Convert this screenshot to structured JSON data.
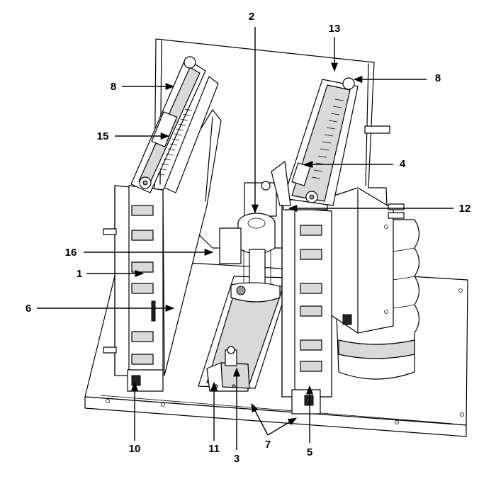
{
  "labels": [
    {
      "text": "2"
    },
    {
      "text": "13"
    },
    {
      "text": "8"
    },
    {
      "text": "8"
    },
    {
      "text": "15"
    },
    {
      "text": "4"
    },
    {
      "text": "12"
    },
    {
      "text": "16"
    },
    {
      "text": "1"
    },
    {
      "text": "6"
    },
    {
      "text": "10"
    },
    {
      "text": "11"
    },
    {
      "text": "3"
    },
    {
      "text": "7"
    },
    {
      "text": "5"
    }
  ]
}
